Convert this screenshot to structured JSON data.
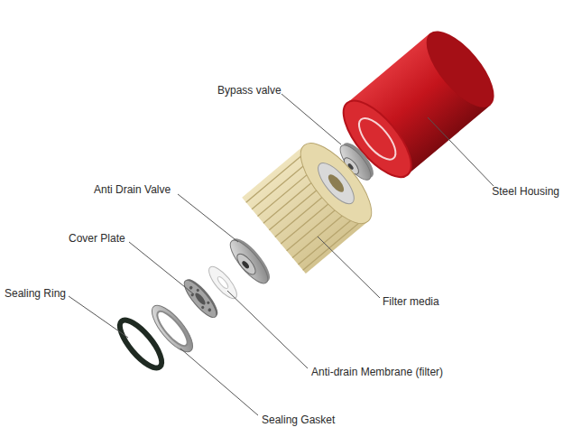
{
  "diagram": {
    "labels": [
      "Bypass valve",
      "Steel Housing",
      "Anti Drain Valve",
      "Filter media",
      "Cover Plate",
      "Sealing Ring",
      "Anti-drain Membrane (filter)",
      "Sealing Gasket"
    ]
  }
}
